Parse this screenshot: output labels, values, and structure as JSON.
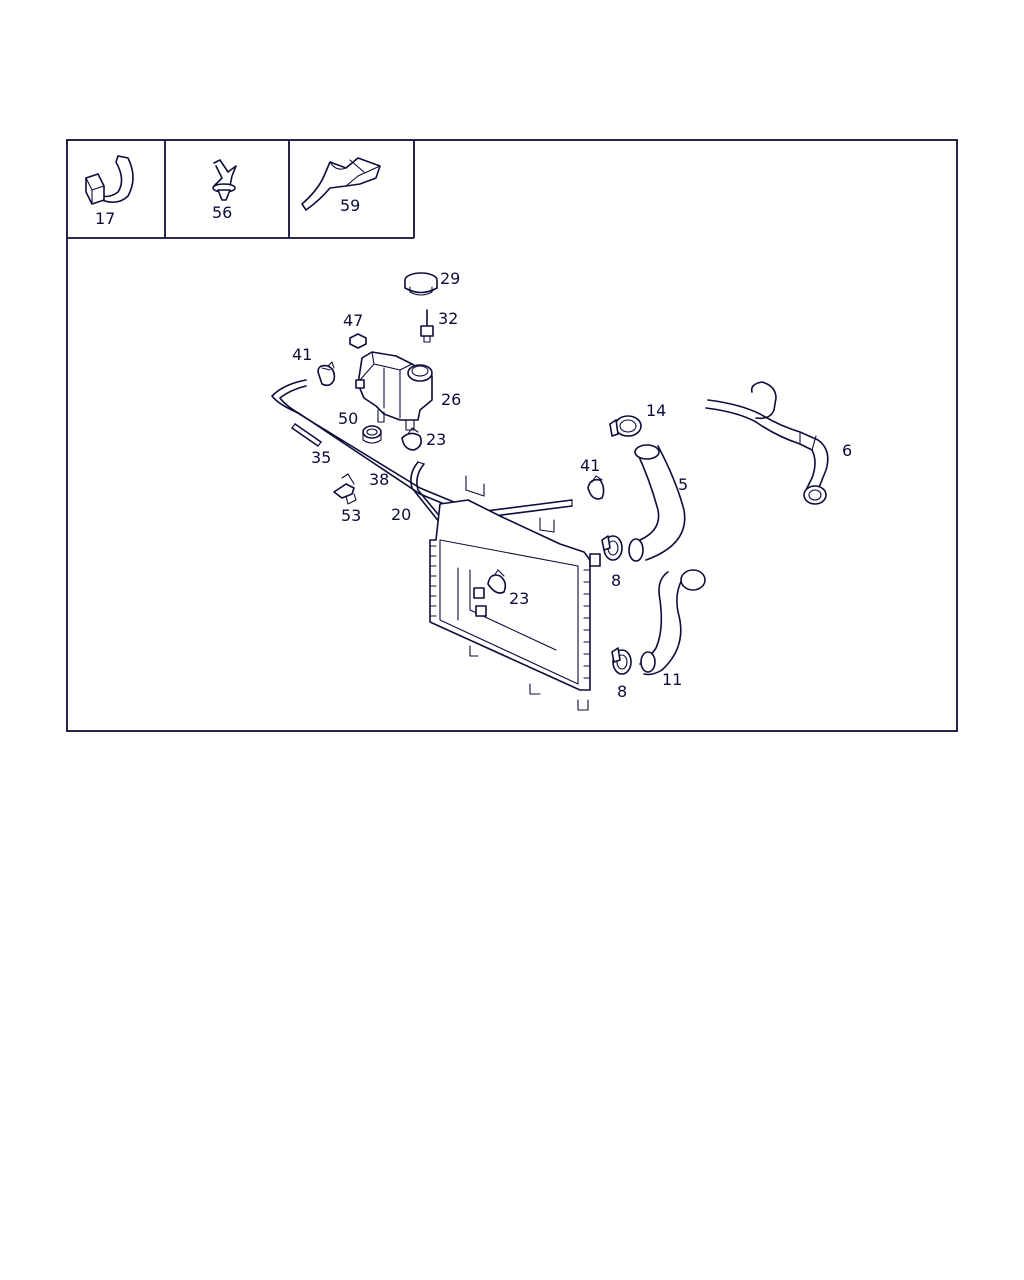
{
  "inset": {
    "items": [
      {
        "ref": "17"
      },
      {
        "ref": "56"
      },
      {
        "ref": "59"
      }
    ]
  },
  "main": {
    "callouts": {
      "c29": "29",
      "c32": "32",
      "c47": "47",
      "c41a": "41",
      "c26": "26",
      "c50": "50",
      "c23a": "23",
      "c35": "35",
      "c38": "38",
      "c53": "53",
      "c20": "20",
      "c14": "14",
      "c41b": "41",
      "c5": "5",
      "c6": "6",
      "c8a": "8",
      "c23b": "23",
      "c8b": "8",
      "c11": "11"
    }
  },
  "colors": {
    "ink": "#0d0d3a",
    "background": "#ffffff"
  }
}
